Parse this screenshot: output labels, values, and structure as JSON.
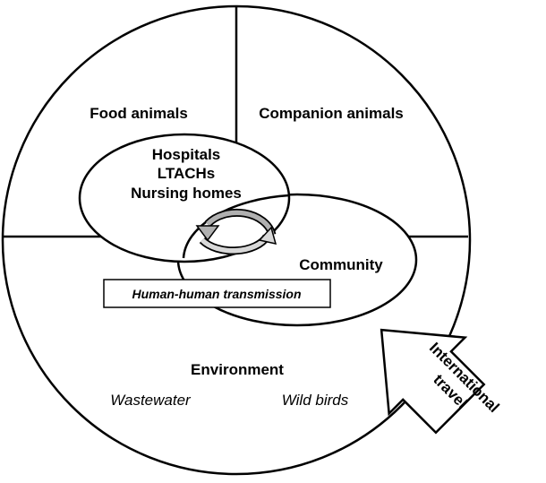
{
  "sections": {
    "food_animals": "Food animals",
    "companion_animals": "Companion animals",
    "environment": "Environment"
  },
  "environment_items": {
    "wastewater": "Wastewater",
    "wild_birds": "Wild birds"
  },
  "healthcare": {
    "line1": "Hospitals",
    "line2": "LTACHs",
    "line3": "Nursing homes"
  },
  "community": "Community",
  "transmission_box": "Human-human transmission",
  "travel_arrow": {
    "line1": "International",
    "line2": "travel"
  },
  "colors": {
    "stroke": "#000000",
    "cycle_arrow_fill": "#b0b0b0",
    "background": "#ffffff"
  }
}
